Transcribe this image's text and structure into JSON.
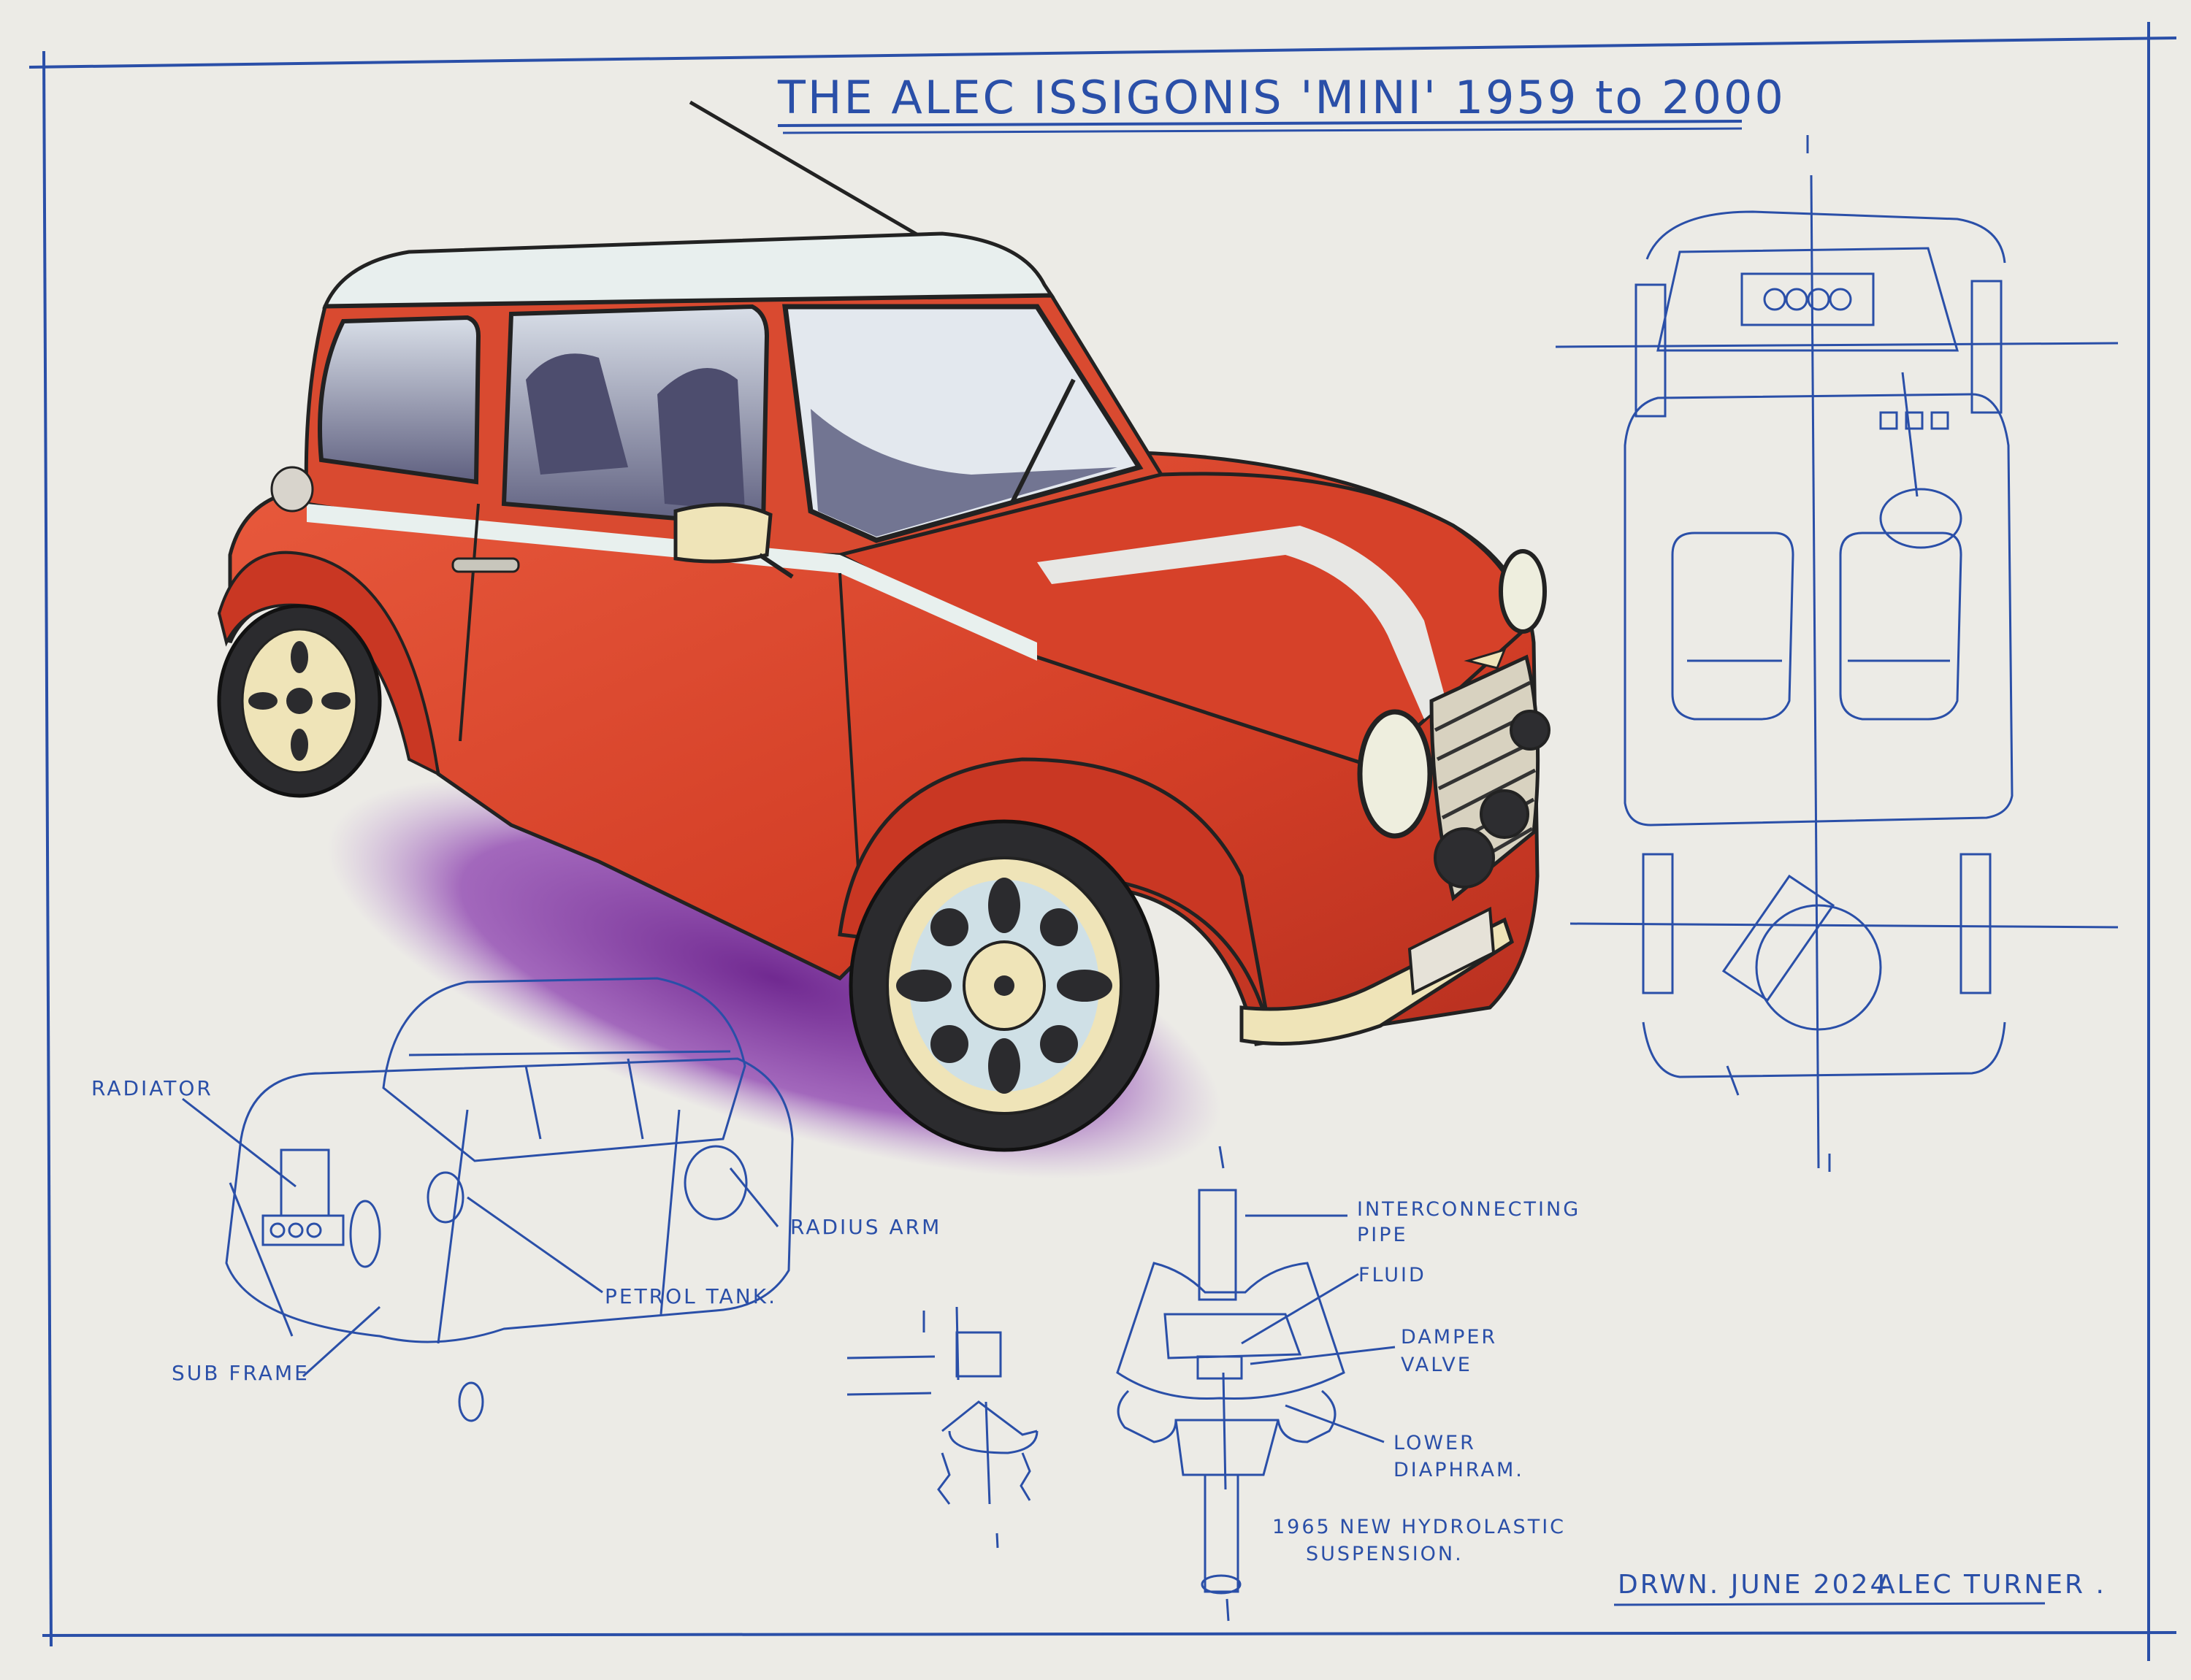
{
  "title": "THE ALEC ISSIGONIS 'MINI' 1959 to 2000",
  "labels": {
    "radiator": "RADIATOR",
    "radius_arm": "RADIUS ARM",
    "petrol_tank": "PETROL TANK.",
    "sub_frame": "SUB FRAME",
    "interconnecting_pipe_1": "INTERCONNECTING",
    "interconnecting_pipe_2": "PIPE",
    "fluid": "FLUID",
    "damper_valve_1": "DAMPER",
    "damper_valve_2": "VALVE",
    "lower_diaphram_1": "LOWER",
    "lower_diaphram_2": "DIAPHRAM.",
    "hydrolastic_1": "1965 NEW HYDROLASTIC",
    "hydrolastic_2": "SUSPENSION."
  },
  "signature": {
    "drawn": "DRWN. JUNE 2024",
    "artist": "ALEC TURNER ."
  },
  "colors": {
    "paper": "#ecebe6",
    "ink_blue": "#2a4fa8",
    "car_red": "#d8402a",
    "roof_white": "#e8efee",
    "shadow_purple": "#7a2c9a",
    "chrome": "#efe4b8",
    "tyre": "#2b2b2e"
  }
}
